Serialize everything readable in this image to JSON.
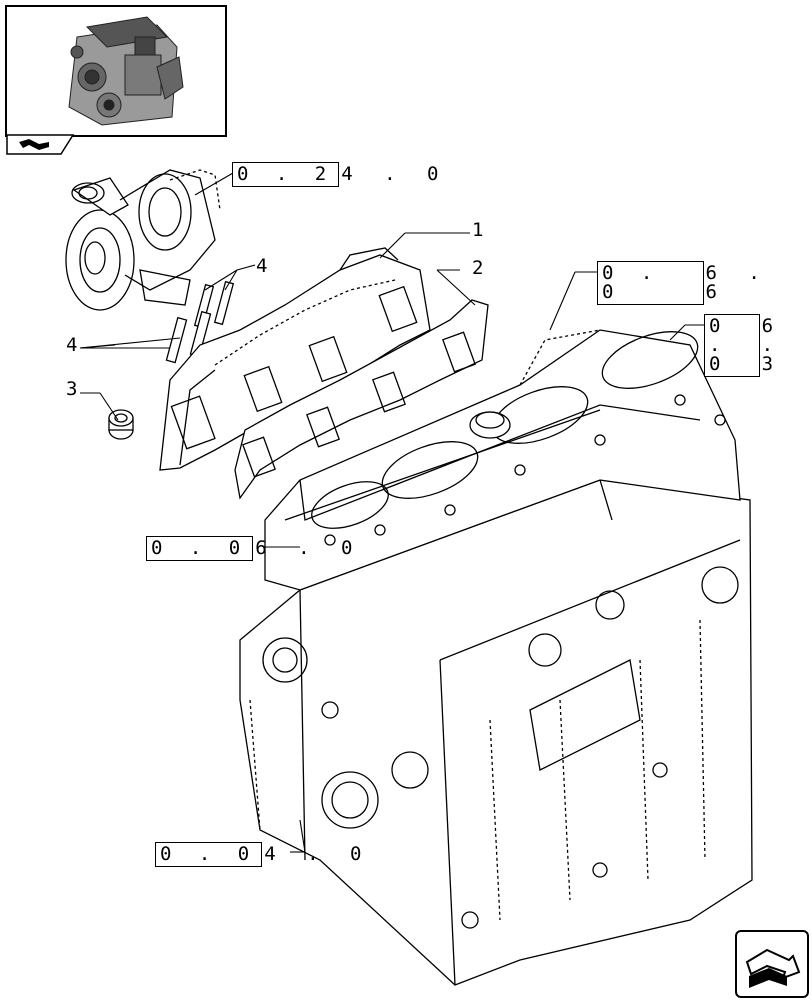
{
  "references": [
    {
      "id": "turbo",
      "boxed": "0 . 2",
      "rest": "4 . 0"
    },
    {
      "id": "head-cover",
      "boxed": "0 . 0",
      "rest": "6 . 6"
    },
    {
      "id": "head-right",
      "boxed": "0 . 0",
      "rest": "6 . 3"
    },
    {
      "id": "head",
      "boxed": "0 . 0",
      "rest": "6 . 0"
    },
    {
      "id": "block",
      "boxed": "0 . 0",
      "rest": "4 . 0"
    }
  ],
  "callouts": [
    {
      "id": "manifold",
      "label": "1"
    },
    {
      "id": "gasket",
      "label": "2"
    },
    {
      "id": "plug",
      "label": "3"
    },
    {
      "id": "studs-upper",
      "label": "4"
    },
    {
      "id": "studs-lower",
      "label": "4"
    }
  ],
  "icons": {
    "thumbnail": "engine-thumbnail-icon",
    "nav_back": "back-arrow-icon",
    "nav_next": "next-page-arrow-icon"
  }
}
